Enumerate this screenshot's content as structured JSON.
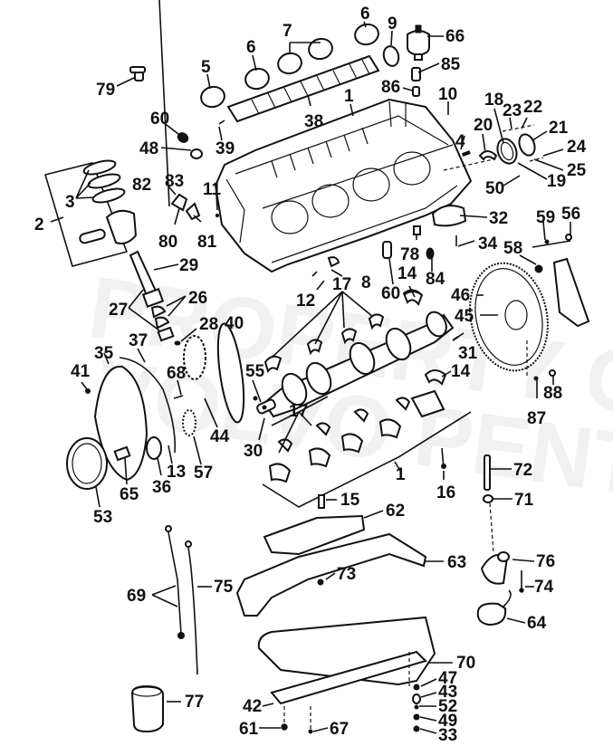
{
  "diagram": {
    "title": "Engine block exploded parts diagram",
    "watermark": {
      "line1": "PROPERTY OF",
      "line2": "VOLVO PENTA"
    },
    "callouts": [
      {
        "id": "c79",
        "label": "79",
        "part": "plug"
      },
      {
        "id": "c5",
        "label": "5",
        "part": "camshaft-bearing"
      },
      {
        "id": "c6a",
        "label": "6",
        "part": "camshaft-bearing"
      },
      {
        "id": "c7",
        "label": "7",
        "part": "camshaft-bearings"
      },
      {
        "id": "c6b",
        "label": "6",
        "part": "camshaft-bearing"
      },
      {
        "id": "c9",
        "label": "9",
        "part": "camshaft-rear-bearing"
      },
      {
        "id": "c66",
        "label": "66",
        "part": "oil-pressure-sender"
      },
      {
        "id": "c85",
        "label": "85",
        "part": "adapter"
      },
      {
        "id": "c86",
        "label": "86",
        "part": "fitting"
      },
      {
        "id": "c10",
        "label": "10",
        "part": "plug"
      },
      {
        "id": "c60a",
        "label": "60",
        "part": "plug"
      },
      {
        "id": "c48",
        "label": "48",
        "part": "plug"
      },
      {
        "id": "c39",
        "label": "39",
        "part": "camshaft-key"
      },
      {
        "id": "c38",
        "label": "38",
        "part": "camshaft"
      },
      {
        "id": "c1a",
        "label": "1",
        "part": "cylinder-block"
      },
      {
        "id": "c4",
        "label": "4",
        "part": "pin"
      },
      {
        "id": "c20",
        "label": "20",
        "part": "rear-seal-lower"
      },
      {
        "id": "c18",
        "label": "18",
        "part": "rear-seal-retainer"
      },
      {
        "id": "c23",
        "label": "23",
        "part": "bolt"
      },
      {
        "id": "c22",
        "label": "22",
        "part": "screw"
      },
      {
        "id": "c21",
        "label": "21",
        "part": "rear-main-seal"
      },
      {
        "id": "c24",
        "label": "24",
        "part": "washer"
      },
      {
        "id": "c25",
        "label": "25",
        "part": "nut"
      },
      {
        "id": "c19",
        "label": "19",
        "part": "gasket"
      },
      {
        "id": "c50",
        "label": "50",
        "part": "dowel"
      },
      {
        "id": "c2",
        "label": "2",
        "part": "piston-assembly"
      },
      {
        "id": "c3",
        "label": "3",
        "part": "piston-rings"
      },
      {
        "id": "c82",
        "label": "82",
        "part": "screw"
      },
      {
        "id": "c83",
        "label": "83",
        "part": "screw"
      },
      {
        "id": "c80",
        "label": "80",
        "part": "cover"
      },
      {
        "id": "c81",
        "label": "81",
        "part": "gasket"
      },
      {
        "id": "c11",
        "label": "11",
        "part": "plug"
      },
      {
        "id": "c29",
        "label": "29",
        "part": "connecting-rod-bolt"
      },
      {
        "id": "c27",
        "label": "27",
        "part": "connecting-rod"
      },
      {
        "id": "c26",
        "label": "26",
        "part": "rod-bearings"
      },
      {
        "id": "c28",
        "label": "28",
        "part": "nut"
      },
      {
        "id": "c32",
        "label": "32",
        "part": "oil-filter-adapter"
      },
      {
        "id": "c34",
        "label": "34",
        "part": "bolt"
      },
      {
        "id": "c78",
        "label": "78",
        "part": "fitting"
      },
      {
        "id": "c84",
        "label": "84",
        "part": "plug"
      },
      {
        "id": "c60b",
        "label": "60",
        "part": "connector"
      },
      {
        "id": "c14a",
        "label": "14",
        "part": "thrust-bearing"
      },
      {
        "id": "c8",
        "label": "8",
        "part": "plug"
      },
      {
        "id": "c12",
        "label": "12",
        "part": "pin"
      },
      {
        "id": "c17a",
        "label": "17",
        "part": "main-bearings-upper"
      },
      {
        "id": "c59",
        "label": "59",
        "part": "washer"
      },
      {
        "id": "c56",
        "label": "56",
        "part": "bolt"
      },
      {
        "id": "c58",
        "label": "58",
        "part": "pilot-bearing"
      },
      {
        "id": "c46",
        "label": "46",
        "part": "flywheel-ring-gear"
      },
      {
        "id": "c45",
        "label": "45",
        "part": "flywheel"
      },
      {
        "id": "c31",
        "label": "31",
        "part": "key"
      },
      {
        "id": "c14b",
        "label": "14",
        "part": "thrust-bearing"
      },
      {
        "id": "c87",
        "label": "87",
        "part": "washer"
      },
      {
        "id": "c88",
        "label": "88",
        "part": "bolt"
      },
      {
        "id": "c37",
        "label": "37",
        "part": "timing-cover-gasket"
      },
      {
        "id": "c40",
        "label": "40",
        "part": "timing-chain"
      },
      {
        "id": "c35",
        "label": "35",
        "part": "timing-cover"
      },
      {
        "id": "c41",
        "label": "41",
        "part": "screw"
      },
      {
        "id": "c68",
        "label": "68",
        "part": "bolt"
      },
      {
        "id": "c55",
        "label": "55",
        "part": "dowel"
      },
      {
        "id": "c44",
        "label": "44",
        "part": "camshaft-sprocket"
      },
      {
        "id": "c30",
        "label": "30",
        "part": "crankshaft"
      },
      {
        "id": "c13",
        "label": "13",
        "part": "key"
      },
      {
        "id": "c57",
        "label": "57",
        "part": "crankshaft-sprocket"
      },
      {
        "id": "c36",
        "label": "36",
        "part": "seal"
      },
      {
        "id": "c65",
        "label": "65",
        "part": "timing-pointer"
      },
      {
        "id": "c53",
        "label": "53",
        "part": "harmonic-balancer"
      },
      {
        "id": "c17b",
        "label": "17",
        "part": "main-bearings-lower"
      },
      {
        "id": "c1b",
        "label": "1",
        "part": "main-bearing-caps"
      },
      {
        "id": "c16",
        "label": "16",
        "part": "main-cap-bolt"
      },
      {
        "id": "c72",
        "label": "72",
        "part": "oil-pump-shaft"
      },
      {
        "id": "c71",
        "label": "71",
        "part": "retainer"
      },
      {
        "id": "c15",
        "label": "15",
        "part": "stud"
      },
      {
        "id": "c62",
        "label": "62",
        "part": "oil-baffle"
      },
      {
        "id": "c63",
        "label": "63",
        "part": "oil-pan-gasket"
      },
      {
        "id": "c73",
        "label": "73",
        "part": "nut"
      },
      {
        "id": "c76",
        "label": "76",
        "part": "oil-pump"
      },
      {
        "id": "c74",
        "label": "74",
        "part": "bolt"
      },
      {
        "id": "c64",
        "label": "64",
        "part": "oil-pickup"
      },
      {
        "id": "c69",
        "label": "69",
        "part": "dipstick"
      },
      {
        "id": "c75",
        "label": "75",
        "part": "dipstick-tube"
      },
      {
        "id": "c70",
        "label": "70",
        "part": "oil-pan"
      },
      {
        "id": "c47",
        "label": "47",
        "part": "gasket"
      },
      {
        "id": "c43",
        "label": "43",
        "part": "drain-plug"
      },
      {
        "id": "c52",
        "label": "52",
        "part": "washer"
      },
      {
        "id": "c49",
        "label": "49",
        "part": "washer"
      },
      {
        "id": "c33",
        "label": "33",
        "part": "screw"
      },
      {
        "id": "c77",
        "label": "77",
        "part": "oil-filter"
      },
      {
        "id": "c42",
        "label": "42",
        "part": "reinforcement-strip"
      },
      {
        "id": "c61",
        "label": "61",
        "part": "bolt"
      },
      {
        "id": "c67",
        "label": "67",
        "part": "screw"
      }
    ]
  }
}
